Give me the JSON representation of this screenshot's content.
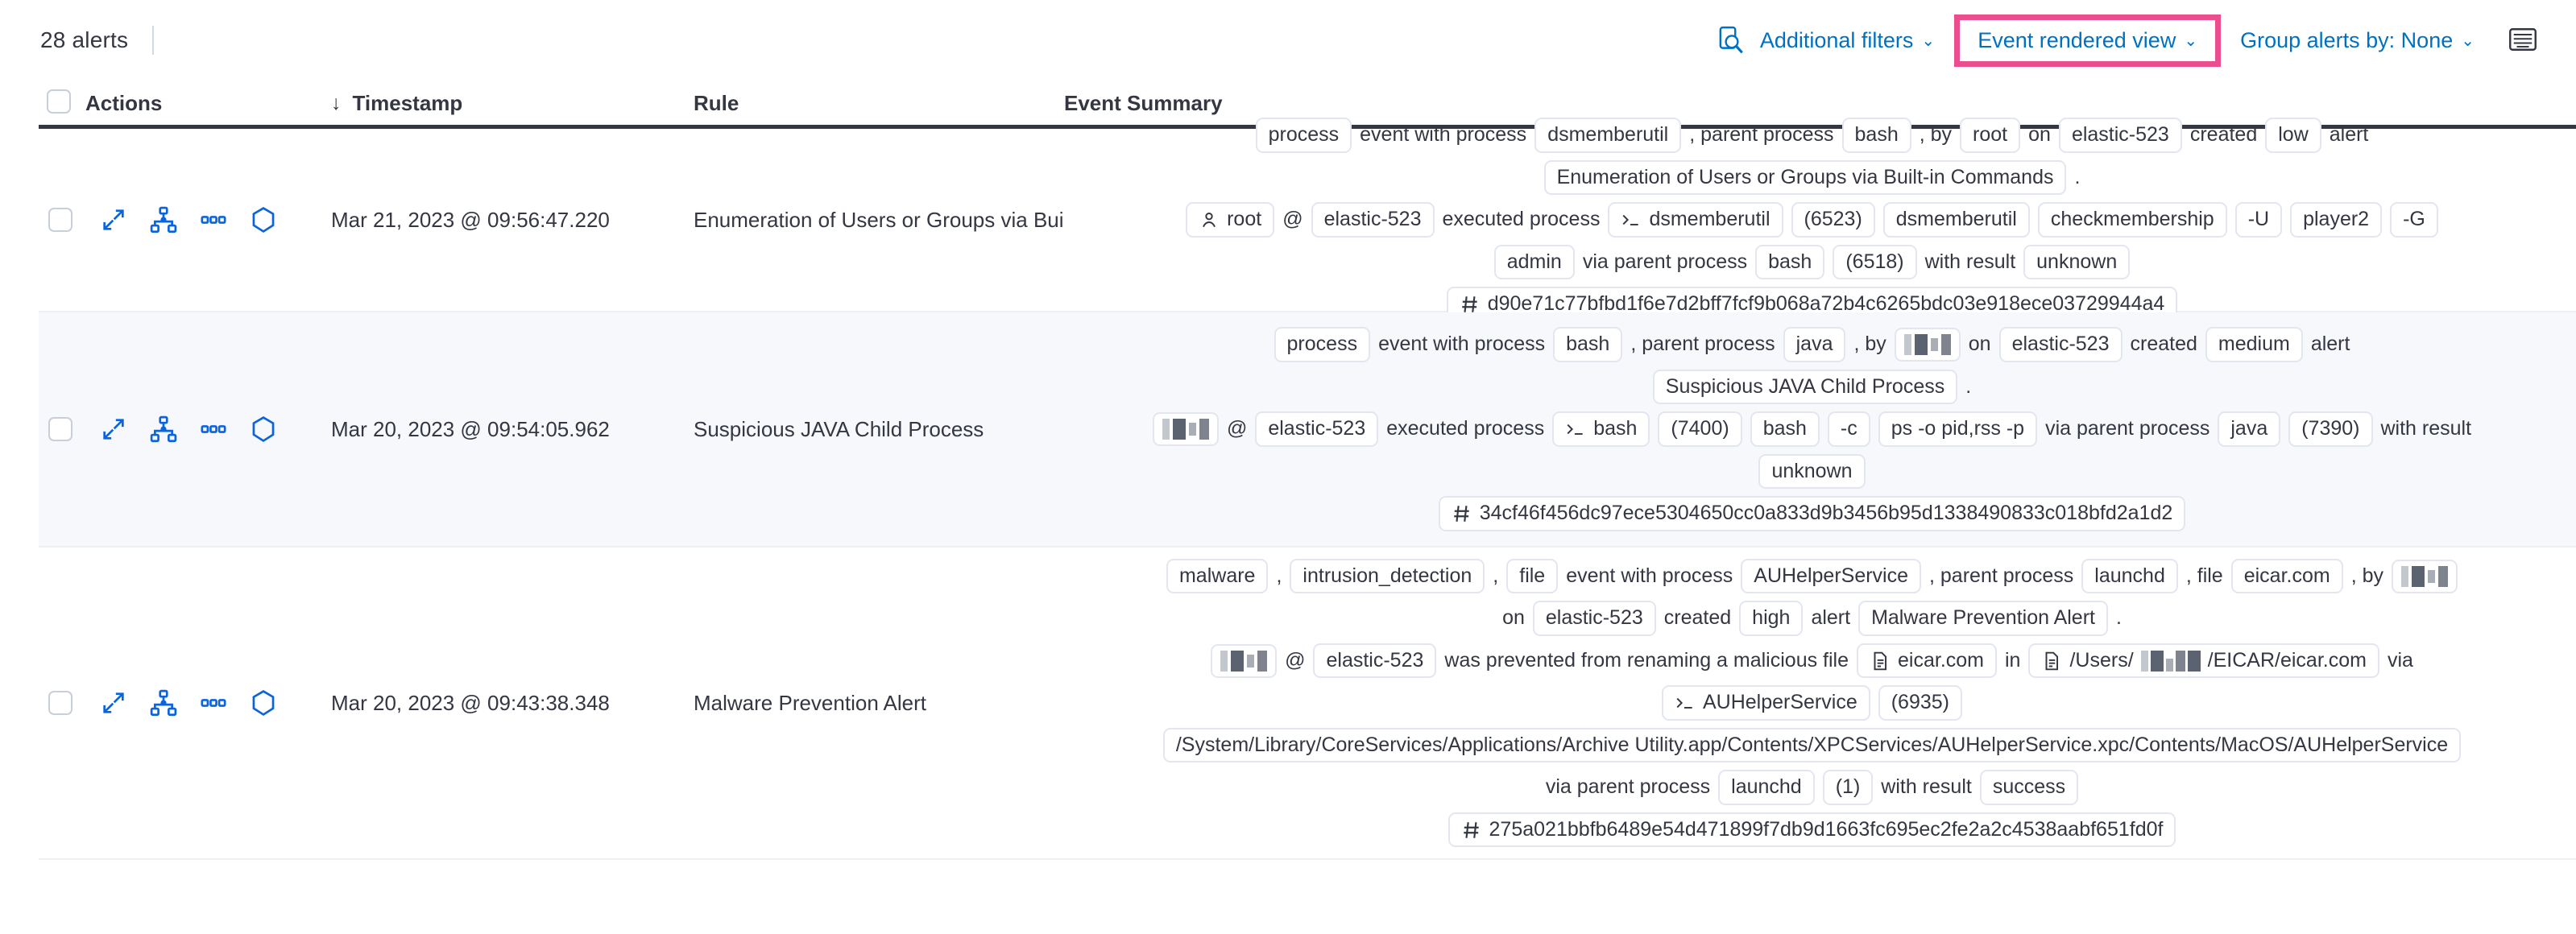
{
  "toolbar": {
    "alerts_count": "28 alerts",
    "inspect_icon": "inspect-icon",
    "additional_filters": "Additional filters",
    "event_rendered_view": "Event rendered view",
    "group_alerts_by": "Group alerts by: None",
    "keyboard_icon": "keyboard-icon",
    "chevron": "⌄",
    "highlight_color": "#eb4e8f",
    "link_color": "#0071c2"
  },
  "table": {
    "columns": {
      "actions": "Actions",
      "timestamp": "Timestamp",
      "rule": "Rule",
      "event_summary": "Event Summary",
      "sort_arrow": "↓"
    },
    "rows": [
      {
        "timestamp": "Mar 21, 2023 @ 09:56:47.220",
        "rule": "Enumeration of Users or Groups via Bui",
        "lines": [
          [
            {
              "t": "badge",
              "v": "process"
            },
            {
              "t": "text",
              "v": "event with process"
            },
            {
              "t": "badge",
              "v": "dsmemberutil"
            },
            {
              "t": "text",
              "v": ", parent process"
            },
            {
              "t": "badge",
              "v": "bash"
            },
            {
              "t": "text",
              "v": ", by"
            },
            {
              "t": "badge",
              "v": "root"
            },
            {
              "t": "text",
              "v": "on"
            },
            {
              "t": "badge",
              "v": "elastic-523"
            },
            {
              "t": "text",
              "v": "created"
            },
            {
              "t": "badge",
              "v": "low"
            },
            {
              "t": "text",
              "v": "alert"
            }
          ],
          [
            {
              "t": "badge",
              "v": "Enumeration of Users or Groups via Built-in Commands"
            },
            {
              "t": "text",
              "v": "."
            }
          ],
          [
            {
              "t": "badge",
              "v": "root",
              "icon": "user-icon"
            },
            {
              "t": "text",
              "v": "@"
            },
            {
              "t": "badge",
              "v": "elastic-523"
            },
            {
              "t": "text",
              "v": "executed process"
            },
            {
              "t": "badge",
              "v": "dsmemberutil",
              "icon": "console-icon"
            },
            {
              "t": "badge",
              "v": "(6523)"
            },
            {
              "t": "badge",
              "v": "dsmemberutil"
            },
            {
              "t": "badge",
              "v": "checkmembership"
            },
            {
              "t": "badge",
              "v": "-U"
            },
            {
              "t": "badge",
              "v": "player2"
            },
            {
              "t": "badge",
              "v": "-G"
            }
          ],
          [
            {
              "t": "badge",
              "v": "admin"
            },
            {
              "t": "text",
              "v": "via parent process"
            },
            {
              "t": "badge",
              "v": "bash"
            },
            {
              "t": "badge",
              "v": "(6518)"
            },
            {
              "t": "text",
              "v": "with result"
            },
            {
              "t": "badge",
              "v": "unknown"
            }
          ],
          [
            {
              "t": "badge",
              "v": "d90e71c77bfbd1f6e7d2bff7fcf9b068a72b4c6265bdc03e918ece03729944a4",
              "icon": "hash-icon"
            }
          ]
        ]
      },
      {
        "timestamp": "Mar 20, 2023 @ 09:54:05.962",
        "rule": "Suspicious JAVA Child Process",
        "lines": [
          [
            {
              "t": "badge",
              "v": "process"
            },
            {
              "t": "text",
              "v": "event with process"
            },
            {
              "t": "badge",
              "v": "bash"
            },
            {
              "t": "text",
              "v": ", parent process"
            },
            {
              "t": "badge",
              "v": "java"
            },
            {
              "t": "text",
              "v": ", by"
            },
            {
              "t": "redacted",
              "v": ""
            },
            {
              "t": "text",
              "v": "on"
            },
            {
              "t": "badge",
              "v": "elastic-523"
            },
            {
              "t": "text",
              "v": "created"
            },
            {
              "t": "badge",
              "v": "medium"
            },
            {
              "t": "text",
              "v": "alert"
            }
          ],
          [
            {
              "t": "badge",
              "v": "Suspicious JAVA Child Process"
            },
            {
              "t": "text",
              "v": "."
            }
          ],
          [
            {
              "t": "redacted",
              "v": ""
            },
            {
              "t": "text",
              "v": "@"
            },
            {
              "t": "badge",
              "v": "elastic-523"
            },
            {
              "t": "text",
              "v": "executed process"
            },
            {
              "t": "badge",
              "v": "bash",
              "icon": "console-icon"
            },
            {
              "t": "badge",
              "v": "(7400)"
            },
            {
              "t": "badge",
              "v": "bash"
            },
            {
              "t": "badge",
              "v": "-c"
            },
            {
              "t": "badge",
              "v": "ps -o pid,rss -p"
            },
            {
              "t": "text",
              "v": "via parent process"
            },
            {
              "t": "badge",
              "v": "java"
            },
            {
              "t": "badge",
              "v": "(7390)"
            },
            {
              "t": "text",
              "v": "with result"
            }
          ],
          [
            {
              "t": "badge",
              "v": "unknown"
            }
          ],
          [
            {
              "t": "badge",
              "v": "34cf46f456dc97ece5304650cc0a833d9b3456b95d1338490833c018bfd2a1d2",
              "icon": "hash-icon"
            }
          ]
        ]
      },
      {
        "timestamp": "Mar 20, 2023 @ 09:43:38.348",
        "rule": "Malware Prevention Alert",
        "lines": [
          [
            {
              "t": "badge",
              "v": "malware"
            },
            {
              "t": "text",
              "v": ","
            },
            {
              "t": "badge",
              "v": "intrusion_detection"
            },
            {
              "t": "text",
              "v": ","
            },
            {
              "t": "badge",
              "v": "file"
            },
            {
              "t": "text",
              "v": "event with process"
            },
            {
              "t": "badge",
              "v": "AUHelperService"
            },
            {
              "t": "text",
              "v": ", parent process"
            },
            {
              "t": "badge",
              "v": "launchd"
            },
            {
              "t": "text",
              "v": ", file"
            },
            {
              "t": "badge",
              "v": "eicar.com"
            },
            {
              "t": "text",
              "v": ", by"
            },
            {
              "t": "redacted",
              "v": ""
            }
          ],
          [
            {
              "t": "text",
              "v": "on"
            },
            {
              "t": "badge",
              "v": "elastic-523"
            },
            {
              "t": "text",
              "v": "created"
            },
            {
              "t": "badge",
              "v": "high"
            },
            {
              "t": "text",
              "v": "alert"
            },
            {
              "t": "badge",
              "v": "Malware Prevention Alert"
            },
            {
              "t": "text",
              "v": "."
            }
          ],
          [
            {
              "t": "redacted",
              "v": ""
            },
            {
              "t": "text",
              "v": "@"
            },
            {
              "t": "badge",
              "v": "elastic-523"
            },
            {
              "t": "text",
              "v": "was prevented from renaming a malicious file"
            },
            {
              "t": "badge",
              "v": "eicar.com",
              "icon": "file-icon"
            },
            {
              "t": "text",
              "v": "in"
            },
            {
              "t": "badge",
              "v": "/Users/",
              "icon": "file-icon",
              "suffix": "/EICAR/eicar.com",
              "redacted_mid": true
            },
            {
              "t": "text",
              "v": "via"
            }
          ],
          [
            {
              "t": "badge",
              "v": "AUHelperService",
              "icon": "console-icon"
            },
            {
              "t": "badge",
              "v": "(6935)"
            }
          ],
          [
            {
              "t": "badge",
              "v": "/System/Library/CoreServices/Applications/Archive Utility.app/Contents/XPCServices/AUHelperService.xpc/Contents/MacOS/AUHelperService"
            }
          ],
          [
            {
              "t": "text",
              "v": "via parent process"
            },
            {
              "t": "badge",
              "v": "launchd"
            },
            {
              "t": "badge",
              "v": "(1)"
            },
            {
              "t": "text",
              "v": "with result"
            },
            {
              "t": "badge",
              "v": "success"
            }
          ],
          [
            {
              "t": "badge",
              "v": "275a021bbfb6489e54d471899f7db9d1663fc695ec2fe2a2c4538aabf651fd0f",
              "icon": "hash-icon"
            }
          ]
        ]
      }
    ],
    "row_actions": [
      "expand-icon",
      "analyzer-icon",
      "more-actions-icon",
      "session-view-icon"
    ]
  }
}
